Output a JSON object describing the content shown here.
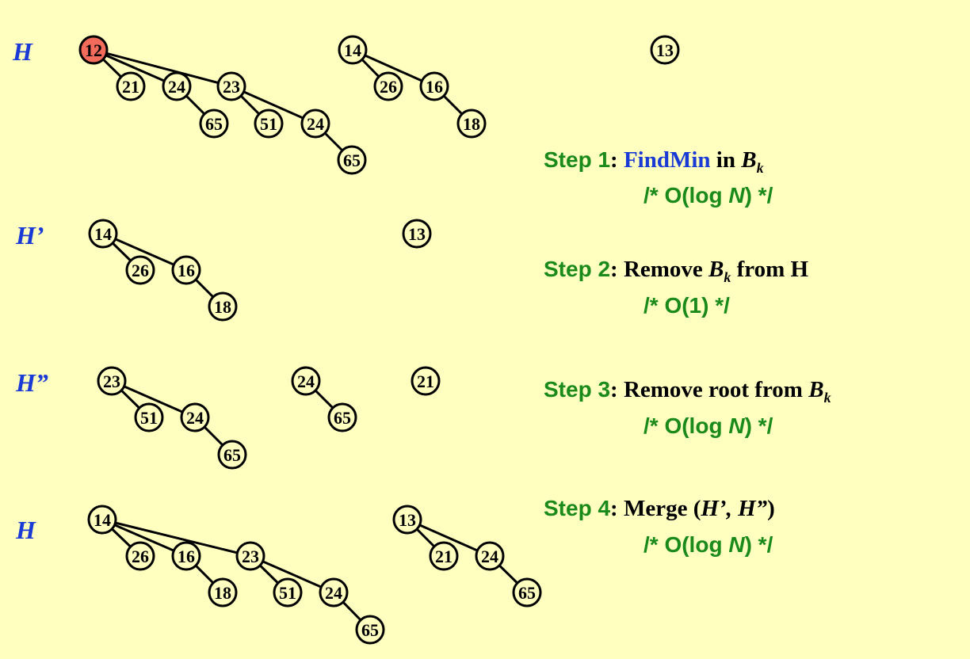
{
  "colors": {
    "background": "#ffffc0",
    "highlight": "#f26b5b",
    "step_green": "#1a8a1a",
    "label_blue": "#1a3ad6"
  },
  "heap_labels": [
    "H",
    "H’",
    "H”",
    "H"
  ],
  "heaps": [
    {
      "nodes": [
        {
          "id": "a",
          "key": "12",
          "highlight": true
        },
        {
          "id": "b",
          "key": "21"
        },
        {
          "id": "c",
          "key": "24"
        },
        {
          "id": "d",
          "key": "23"
        },
        {
          "id": "e",
          "key": "65"
        },
        {
          "id": "f",
          "key": "51"
        },
        {
          "id": "g",
          "key": "24"
        },
        {
          "id": "h",
          "key": "65"
        },
        {
          "id": "i",
          "key": "14"
        },
        {
          "id": "j",
          "key": "26"
        },
        {
          "id": "k",
          "key": "16"
        },
        {
          "id": "l",
          "key": "18"
        },
        {
          "id": "m",
          "key": "13"
        }
      ],
      "edges": [
        [
          "a",
          "b"
        ],
        [
          "a",
          "c"
        ],
        [
          "a",
          "d"
        ],
        [
          "c",
          "e"
        ],
        [
          "d",
          "f"
        ],
        [
          "d",
          "g"
        ],
        [
          "g",
          "h"
        ],
        [
          "i",
          "j"
        ],
        [
          "i",
          "k"
        ],
        [
          "k",
          "l"
        ]
      ]
    },
    {
      "nodes": [
        {
          "id": "a",
          "key": "14"
        },
        {
          "id": "b",
          "key": "26"
        },
        {
          "id": "c",
          "key": "16"
        },
        {
          "id": "d",
          "key": "18"
        },
        {
          "id": "e",
          "key": "13"
        }
      ],
      "edges": [
        [
          "a",
          "b"
        ],
        [
          "a",
          "c"
        ],
        [
          "c",
          "d"
        ]
      ]
    },
    {
      "nodes": [
        {
          "id": "a",
          "key": "23"
        },
        {
          "id": "b",
          "key": "51"
        },
        {
          "id": "c",
          "key": "24"
        },
        {
          "id": "d",
          "key": "65"
        },
        {
          "id": "e",
          "key": "24"
        },
        {
          "id": "f",
          "key": "65"
        },
        {
          "id": "g",
          "key": "21"
        }
      ],
      "edges": [
        [
          "a",
          "b"
        ],
        [
          "a",
          "c"
        ],
        [
          "c",
          "d"
        ],
        [
          "e",
          "f"
        ]
      ]
    },
    {
      "nodes": [
        {
          "id": "a",
          "key": "14"
        },
        {
          "id": "b",
          "key": "26"
        },
        {
          "id": "c",
          "key": "16"
        },
        {
          "id": "d",
          "key": "23"
        },
        {
          "id": "e",
          "key": "18"
        },
        {
          "id": "f",
          "key": "51"
        },
        {
          "id": "g",
          "key": "24"
        },
        {
          "id": "h",
          "key": "65"
        },
        {
          "id": "i",
          "key": "13"
        },
        {
          "id": "j",
          "key": "21"
        },
        {
          "id": "k",
          "key": "24"
        },
        {
          "id": "l",
          "key": "65"
        }
      ],
      "edges": [
        [
          "a",
          "b"
        ],
        [
          "a",
          "c"
        ],
        [
          "a",
          "d"
        ],
        [
          "c",
          "e"
        ],
        [
          "d",
          "f"
        ],
        [
          "d",
          "g"
        ],
        [
          "g",
          "h"
        ],
        [
          "i",
          "j"
        ],
        [
          "i",
          "k"
        ],
        [
          "k",
          "l"
        ]
      ]
    }
  ],
  "steps": [
    {
      "number": "Step 1",
      "colon": ":",
      "pre": "",
      "action": "FindMin",
      "mid": " in ",
      "var": "B",
      "sub": "k",
      "post": "",
      "cost_a": "/* O(log ",
      "cost_n": "N",
      "cost_b": ") */"
    },
    {
      "number": "Step 2",
      "colon": ":",
      "pre": " Remove ",
      "action": "",
      "mid": "",
      "var": "B",
      "sub": "k",
      "post": " from H",
      "cost_a": "/* O(1) */",
      "cost_n": "",
      "cost_b": ""
    },
    {
      "number": "Step 3",
      "colon": ":",
      "pre": " Remove root from ",
      "action": "",
      "mid": "",
      "var": "B",
      "sub": "k",
      "post": "",
      "cost_a": "/* O(log ",
      "cost_n": "N",
      "cost_b": ") */"
    },
    {
      "number": "Step 4",
      "colon": ":",
      "pre": " Merge (",
      "action": "",
      "mid": "",
      "var": "H’, H”",
      "sub": "",
      "post": ")",
      "cost_a": "/* O(log ",
      "cost_n": "N",
      "cost_b": ") */"
    }
  ]
}
